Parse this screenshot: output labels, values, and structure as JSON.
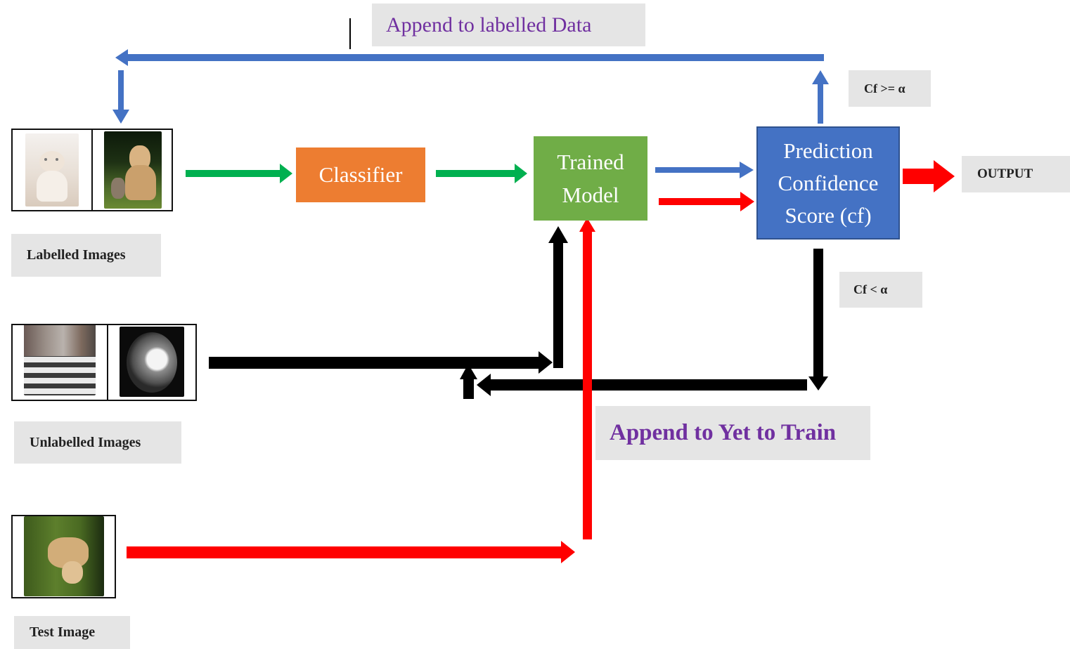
{
  "title_labels": {
    "append_labelled": "Append to labelled Data",
    "append_yet_to_train": "Append to Yet to Train"
  },
  "nodes": {
    "classifier": "Classifier",
    "trained_model": "Trained\nModel",
    "prediction": "Prediction\nConfidence\nScore (cf)"
  },
  "conditions": {
    "high": "Cf >= α",
    "low": "Cf < α"
  },
  "output_label": "OUTPUT",
  "image_groups": {
    "labelled": "Labelled Images",
    "unlabelled": "Unlabelled Images",
    "test": "Test Image"
  },
  "colors": {
    "classifier": "#ed7d31",
    "trained_model": "#70ad47",
    "prediction": "#4472c4",
    "arrow_blue": "#4472c4",
    "arrow_green": "#00b050",
    "arrow_red": "#ff0000",
    "arrow_black": "#000000",
    "purple_text": "#7030a0"
  }
}
